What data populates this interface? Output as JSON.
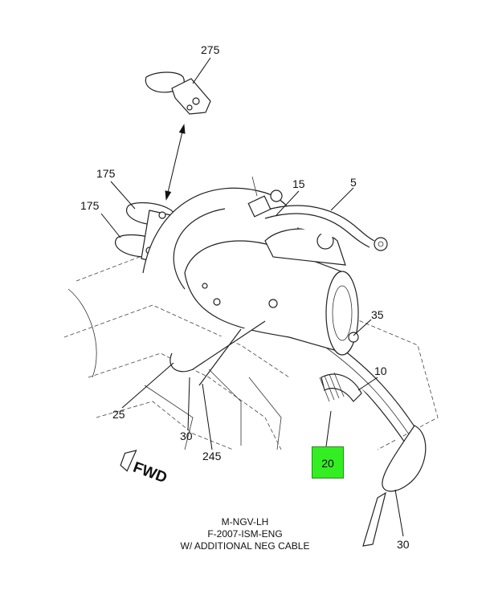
{
  "callouts": {
    "c275": "275",
    "c175a": "175",
    "c175b": "175",
    "c15": "15",
    "c5": "5",
    "c35": "35",
    "c10": "10",
    "c25": "25",
    "c30a": "30",
    "c245": "245",
    "c20": "20",
    "c30b": "30"
  },
  "direction_label": "FWD",
  "caption": {
    "line1": "M-NGV-LH",
    "line2": "F-2007-ISM-ENG",
    "line3": "W/ ADDITIONAL NEG CABLE"
  },
  "highlight_color": "#33ee22"
}
